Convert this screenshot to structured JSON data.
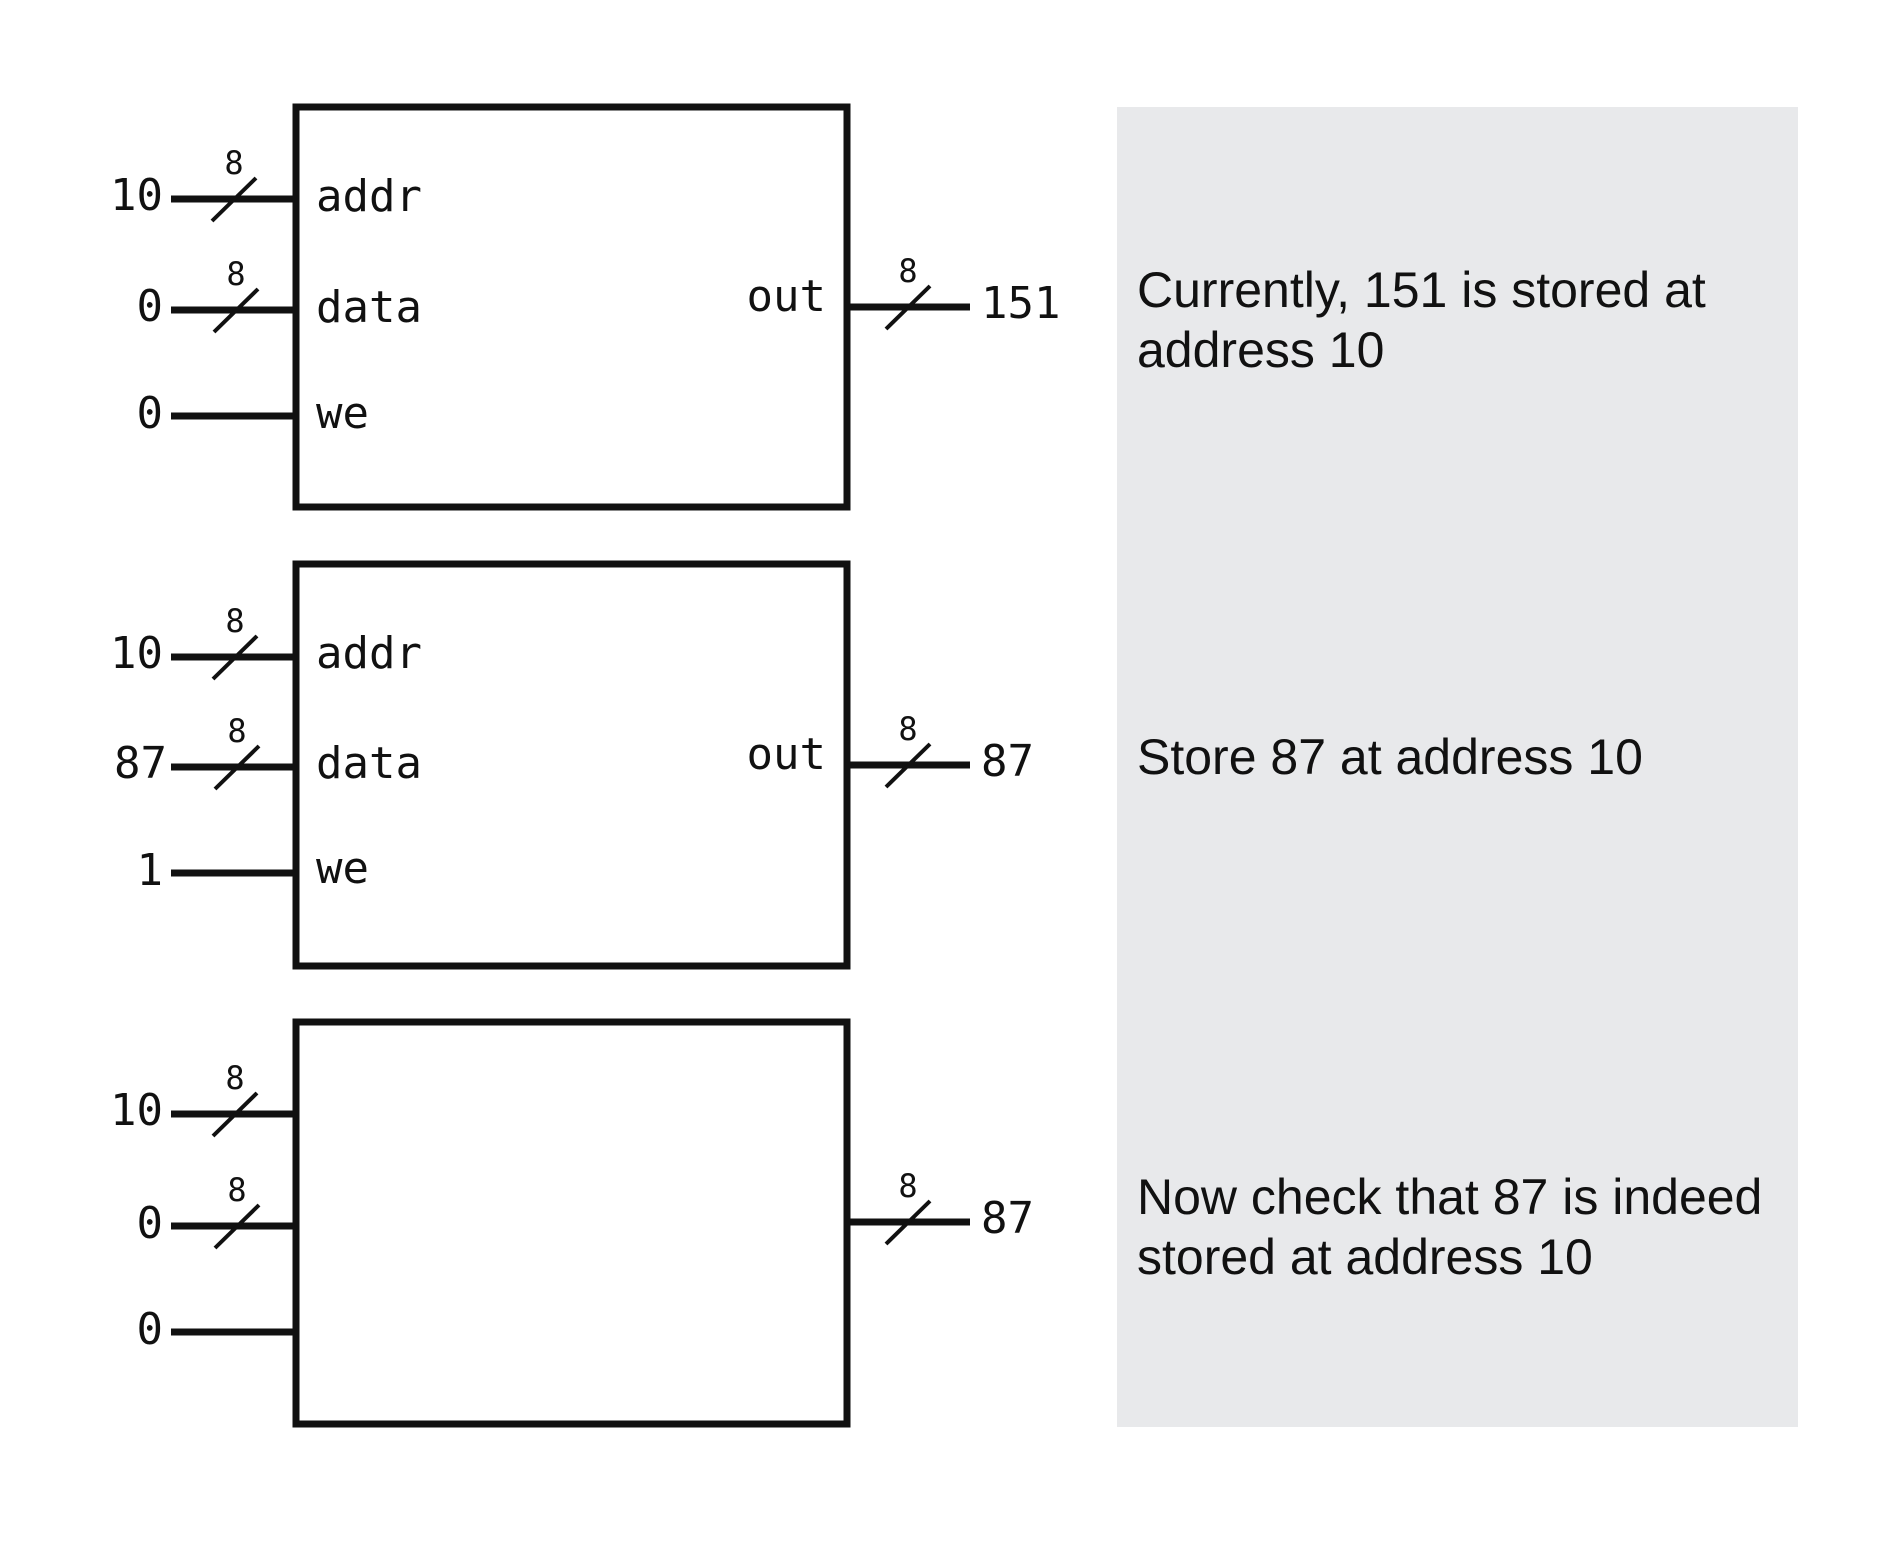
{
  "bus_width": "8",
  "stages": [
    {
      "inputs": {
        "addr": {
          "value": "10",
          "port_label": "addr"
        },
        "data": {
          "value": "0",
          "port_label": "data"
        },
        "we": {
          "value": "0",
          "port_label": "we"
        }
      },
      "output": {
        "value": "151",
        "port_label": "out"
      },
      "note_lines": [
        "Currently, 151 is stored at",
        "address 10"
      ]
    },
    {
      "inputs": {
        "addr": {
          "value": "10",
          "port_label": "addr"
        },
        "data": {
          "value": "87",
          "port_label": "data"
        },
        "we": {
          "value": "1",
          "port_label": "we"
        }
      },
      "output": {
        "value": "87",
        "port_label": "out"
      },
      "note_lines": [
        "Store 87 at address 10"
      ]
    },
    {
      "inputs": {
        "addr": {
          "value": "10",
          "port_label": ""
        },
        "data": {
          "value": "0",
          "port_label": ""
        },
        "we": {
          "value": "0",
          "port_label": ""
        }
      },
      "output": {
        "value": "87",
        "port_label": ""
      },
      "note_lines": [
        "Now check that 87 is indeed",
        "stored at address 10"
      ]
    }
  ],
  "colors": {
    "panel": "#e8e9eb",
    "ink": "#111111"
  }
}
